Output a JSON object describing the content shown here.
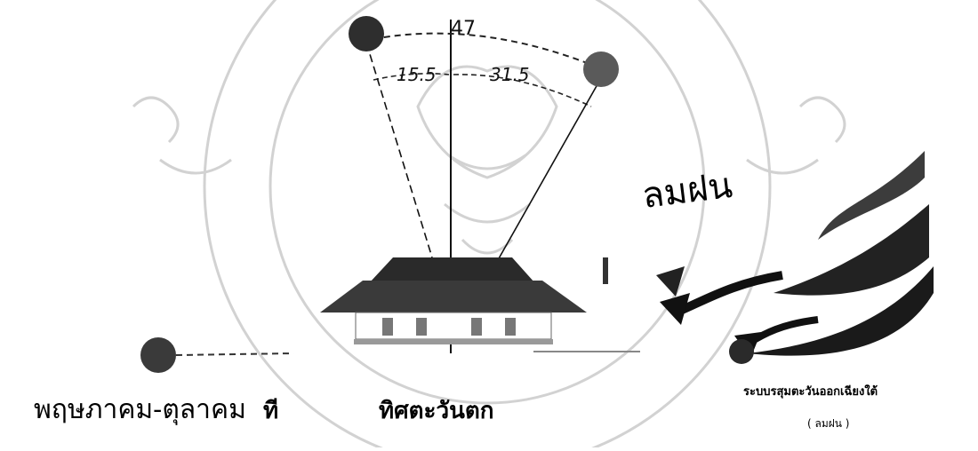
{
  "angles": {
    "total": "47",
    "left": "15.5",
    "right": "31.5"
  },
  "captions": {
    "season": "พฤษภาคม-ตุลาคม",
    "word": "ที",
    "direction": "ทิศตะวันตก"
  },
  "wind": {
    "label": "ลมฝน",
    "caption": "ระบบรสุมตะวันออกเฉียงใต้",
    "sub": "( ลมฝน )"
  },
  "colors": {
    "sun": "#3a3a3a",
    "watermark": "#c8c8c8",
    "line": "#111111"
  },
  "icons": [
    "sun-icon",
    "house-icon",
    "wind-arrow-icon",
    "watermark-seal-icon"
  ]
}
